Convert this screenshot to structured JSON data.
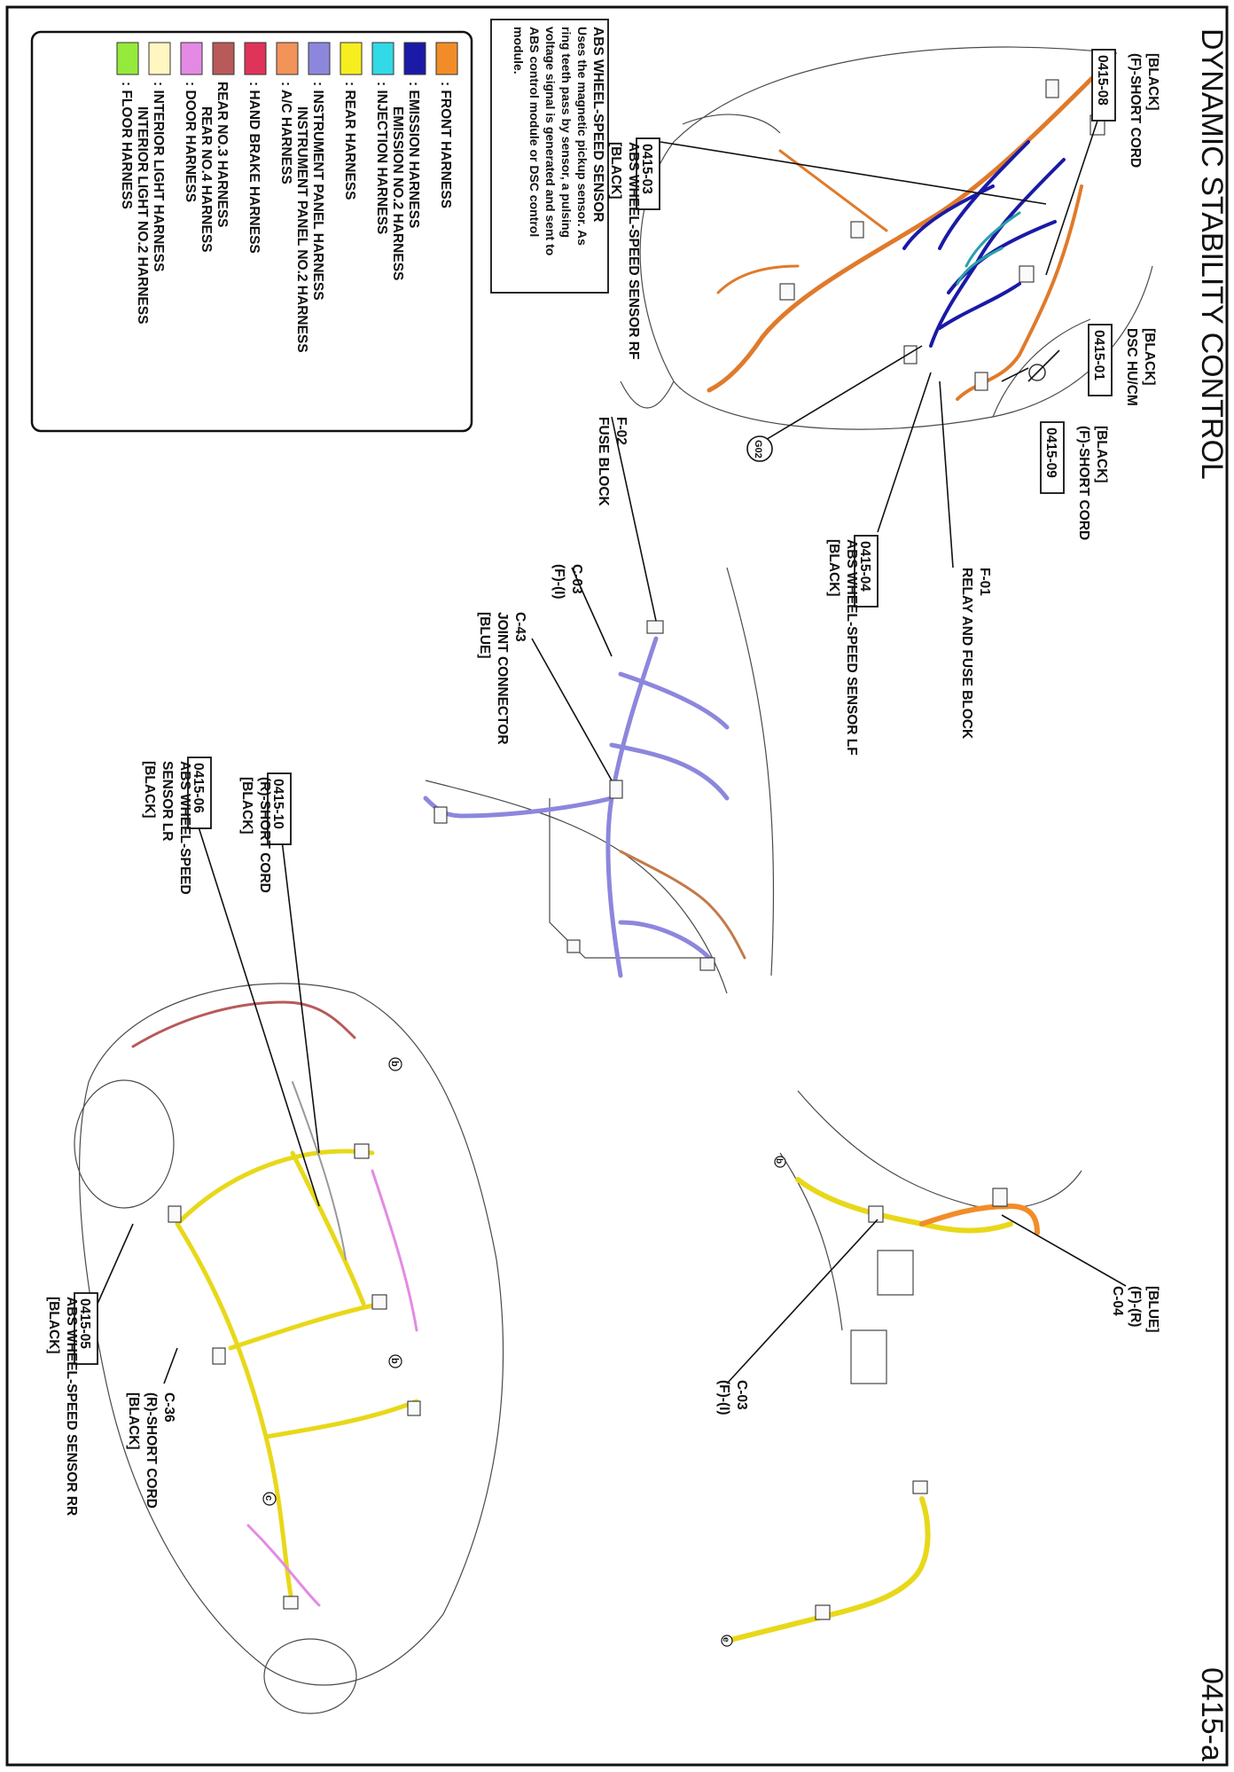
{
  "title": "DYNAMIC STABILITY CONTROL",
  "page_number": "0415-a",
  "description_box": {
    "heading": "ABS WHEEL-SPEED SENSOR",
    "lines": [
      "Uses the magnetic pickup sensor. As",
      "ring teeth pass by sensor, a pulsing",
      "voltage signal is generated and sent to",
      "ABS control module or DSC control",
      "module."
    ]
  },
  "legend": [
    {
      "color": "#f28c28",
      "label": ": FRONT HARNESS"
    },
    {
      "color": "#1a1aa6",
      "label": ": EMISSION HARNESS",
      "extra": "EMISSION NO.2 HARNESS"
    },
    {
      "color": "#32d9e6",
      "label": ": INJECTION HARNESS"
    },
    {
      "color": "#f7ee1f",
      "label": ": REAR HARNESS"
    },
    {
      "color": "#8c87dc",
      "label": ": INSTRUMENT PANEL HARNESS",
      "extra": "INSTRUMENT PANEL NO.2 HARNESS"
    },
    {
      "color": "#f2935a",
      "label": ": A/C HARNESS"
    },
    {
      "color": "#e0335a",
      "label": ": HAND BRAKE HARNESS"
    },
    {
      "color": "#b85a5a",
      "label": "REAR NO.3 HARNESS",
      "extra": "REAR NO.4 HARNESS"
    },
    {
      "color": "#e48ae4",
      "label": ": DOOR HARNESS"
    },
    {
      "color": "#fff6c2",
      "label": ": INTERIOR LIGHT HARNESS",
      "extra": "INTERIOR LIGHT NO.2 HARNESS"
    },
    {
      "color": "#95ea3c",
      "label": ": FLOOR HARNESS"
    }
  ],
  "callouts": {
    "c_0415_08": {
      "box": "0415-08",
      "lines": [
        "[BLACK]",
        "(F)-SHORT CORD"
      ]
    },
    "c_0415_01": {
      "box": "0415-01",
      "lines": [
        "[BLACK]",
        "DSC HU/CM"
      ]
    },
    "c_0415_09": {
      "box": "0415-09",
      "lines": [
        "[BLACK]",
        "(F)-SHORT CORD"
      ]
    },
    "c_0415_03": {
      "box": "0415-03",
      "lines": [
        "ABS WHEEL-SPEED SENSOR RF",
        "[BLACK]"
      ]
    },
    "c_0415_04": {
      "box": "0415-04",
      "lines": [
        "ABS WHEEL-SPEED SENSOR LF",
        "[BLACK]"
      ]
    },
    "c_f01": {
      "lines": [
        "F-01",
        "RELAY AND FUSE BLOCK"
      ]
    },
    "c_f02": {
      "lines": [
        "F-02",
        "FUSE BLOCK"
      ]
    },
    "c_g02": {
      "lines": [
        "G02"
      ]
    },
    "c_c03a": {
      "lines": [
        "C-03",
        "(F)-(I)"
      ]
    },
    "c_c43": {
      "lines": [
        "C-43",
        "JOINT CONNECTOR",
        "[BLUE]"
      ]
    },
    "c_0415_10": {
      "box": "0415-10",
      "lines": [
        "(R)-SHORT CORD",
        "[BLACK]"
      ]
    },
    "c_0415_06": {
      "box": "0415-06",
      "lines": [
        "ABS WHEEL-SPEED",
        "SENSOR LR",
        "[BLACK]"
      ]
    },
    "c_0415_05": {
      "box": "0415-05",
      "lines": [
        "ABS WHEEL-SPEED SENSOR RR",
        "[BLACK]"
      ]
    },
    "c_c36": {
      "lines": [
        "C-36",
        "(R)-SHORT CORD",
        "[BLACK]"
      ]
    },
    "c_c04": {
      "lines": [
        "[BLUE]",
        "(F)-(R)",
        "C-04"
      ]
    },
    "c_c03b": {
      "lines": [
        "C-03",
        "(F)-(I)"
      ]
    }
  },
  "markers": {
    "b": "b",
    "c": "c",
    "e": "e"
  }
}
